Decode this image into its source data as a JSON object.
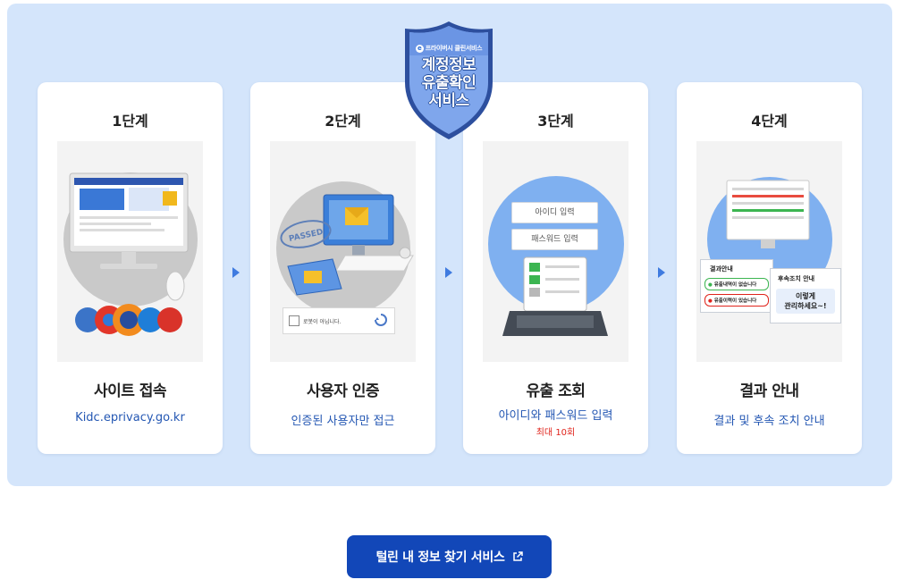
{
  "badge": {
    "top_text": "프라이버시 클린서비스",
    "title_lines": [
      "계정정보",
      "유출확인",
      "서비스"
    ]
  },
  "steps": [
    {
      "step": "1단계",
      "title": "사이트 접속",
      "desc": "Kidc.eprivacy.go.kr"
    },
    {
      "step": "2단계",
      "title": "사용자 인증",
      "desc": "인증된 사용자만 접근",
      "illus": {
        "stamp": "PASSED",
        "captcha_label": "로봇이 아닙니다."
      }
    },
    {
      "step": "3단계",
      "title": "유출 조회",
      "desc": "아이디와 패스워드 입력",
      "note": "최대 10회",
      "illus": {
        "id_field": "아이디 입력",
        "pw_field": "패스워드 입력"
      }
    },
    {
      "step": "4단계",
      "title": "결과 안내",
      "desc": "결과 및 후속 조치 안내",
      "illus": {
        "result_label": "결과안내",
        "safe_label": "유출내역이 없습니다",
        "leak_label": "유출이력이 있습니다",
        "follow_label": "후속조치 안내",
        "manage_label1": "이렇게",
        "manage_label2": "관리하세요~!"
      }
    }
  ],
  "cta": {
    "label": "털린 내 정보 찾기 서비스"
  },
  "colors": {
    "panel": "#d4e5fb",
    "accent": "#1247b8",
    "desc": "#2457b3",
    "note": "#e0231b"
  }
}
